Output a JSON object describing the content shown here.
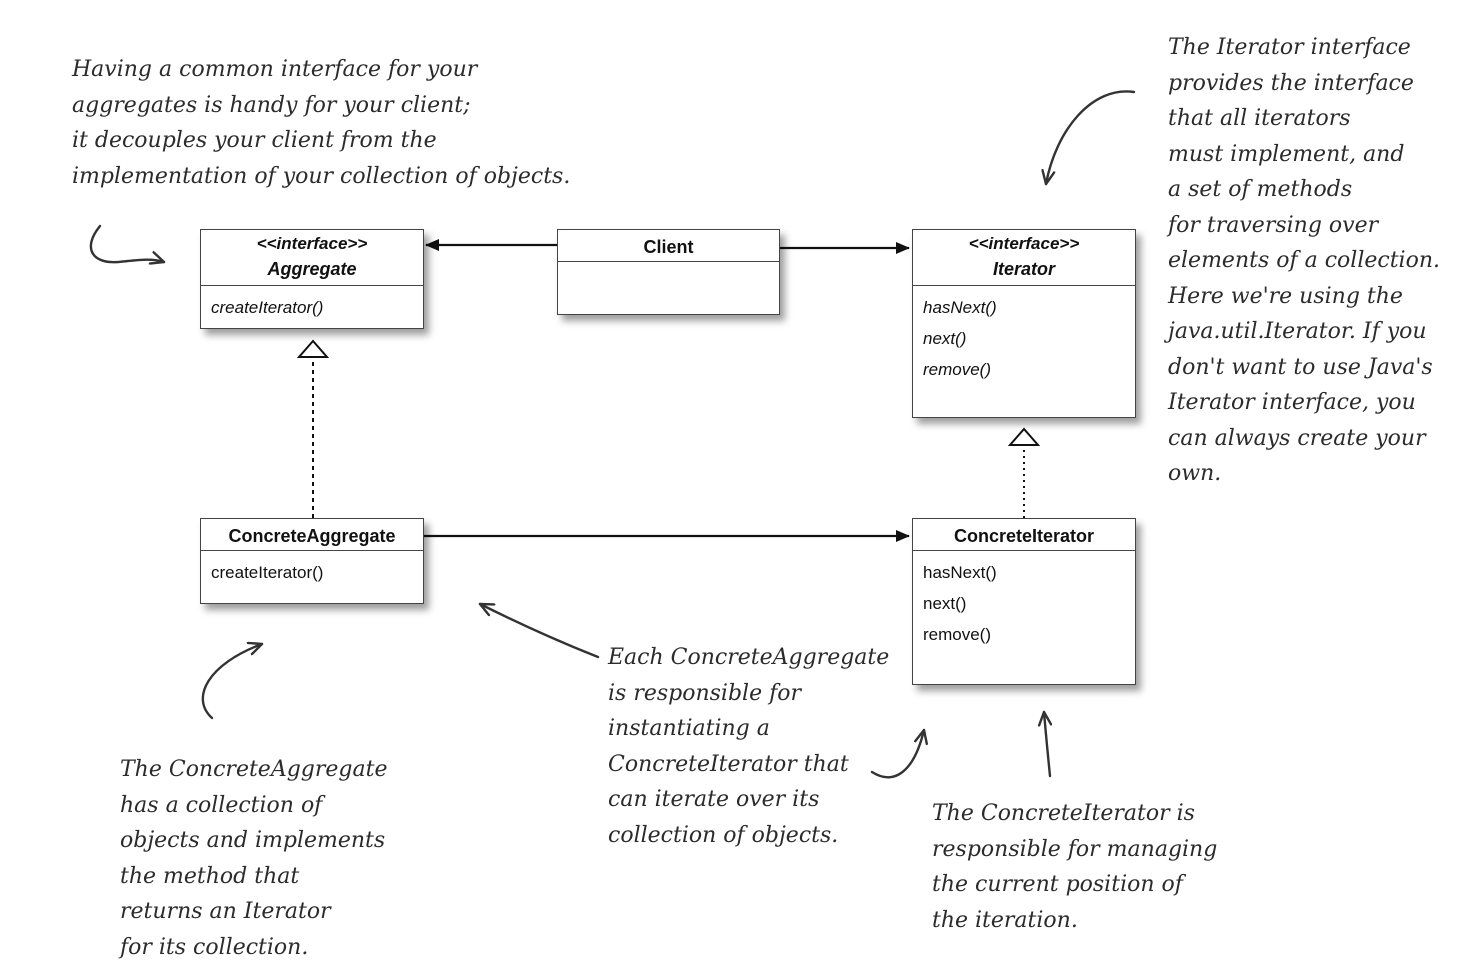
{
  "classes": {
    "aggregate": {
      "stereotype": "<<interface>>",
      "name": "Aggregate",
      "methods": [
        "createIterator()"
      ]
    },
    "client": {
      "name": "Client",
      "methods": []
    },
    "iterator": {
      "stereotype": "<<interface>>",
      "name": "Iterator",
      "methods": [
        "hasNext()",
        "next()",
        "remove()"
      ]
    },
    "concrete_aggregate": {
      "name": "ConcreteAggregate",
      "methods": [
        "createIterator()"
      ]
    },
    "concrete_iterator": {
      "name": "ConcreteIterator",
      "methods": [
        "hasNext()",
        "next()",
        "remove()"
      ]
    }
  },
  "notes": {
    "aggregate": [
      "Having a common interface for your",
      "aggregates is handy for your client;",
      "it decouples your client from the",
      "implementation of your collection of objects."
    ],
    "iterator": [
      "The Iterator interface",
      "provides the interface",
      "that all iterators",
      "must implement, and",
      "a set of methods",
      "for traversing over",
      "elements of a collection.",
      "Here we're using the",
      "java.util.Iterator.  If you",
      "don't want to use Java's",
      "Iterator interface, you",
      "can always create your",
      "own."
    ],
    "concrete_aggregate_collection": [
      "The ConcreteAggregate",
      "has a collection of",
      "objects and implements",
      "the method that",
      "returns an Iterator",
      "for its collection."
    ],
    "concrete_aggregate_responsibility": [
      "Each ConcreteAggregate",
      "is responsible for",
      "instantiating a",
      "ConcreteIterator that",
      "can iterate over its",
      "collection of objects."
    ],
    "concrete_iterator": [
      "The ConcreteIterator is",
      "responsible for managing",
      "the current position of",
      "the iteration."
    ]
  },
  "relationships": [
    {
      "from": "Client",
      "to": "Aggregate",
      "kind": "association"
    },
    {
      "from": "Client",
      "to": "Iterator",
      "kind": "association"
    },
    {
      "from": "ConcreteAggregate",
      "to": "Aggregate",
      "kind": "realization"
    },
    {
      "from": "ConcreteIterator",
      "to": "Iterator",
      "kind": "realization"
    },
    {
      "from": "ConcreteAggregate",
      "to": "ConcreteIterator",
      "kind": "association"
    }
  ],
  "colors": {
    "line": "#111111",
    "box_border": "#444444",
    "note_text": "#2b2b2b"
  }
}
